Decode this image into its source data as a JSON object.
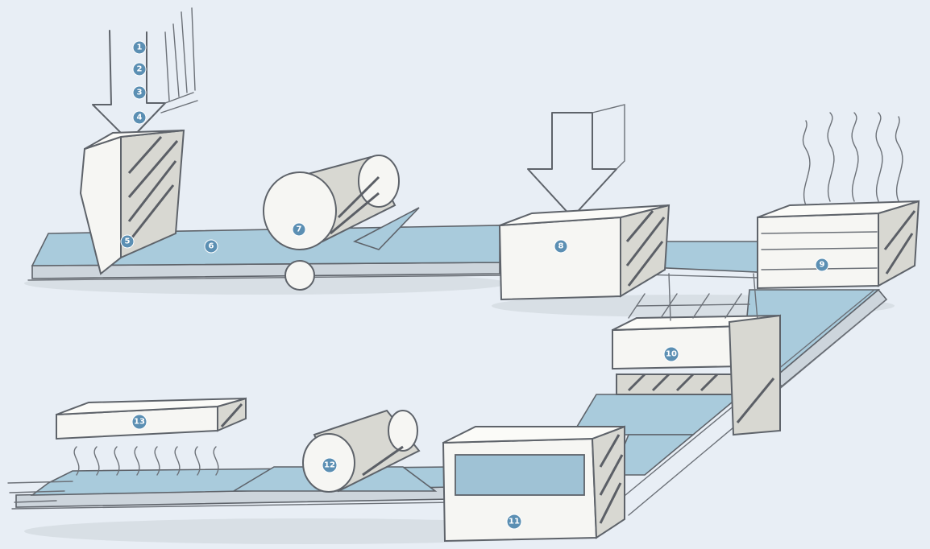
{
  "colors": {
    "background": "#e8eef5",
    "belt": "#a9cbdc",
    "badge": "#5b8fb3",
    "badge_text": "#ffffff",
    "box": "#f6f6f3",
    "sketch_line": "#5e636a"
  },
  "step_labels": [
    "1",
    "2",
    "3",
    "4",
    "5",
    "6",
    "7",
    "8",
    "9",
    "10",
    "11",
    "12",
    "13"
  ]
}
